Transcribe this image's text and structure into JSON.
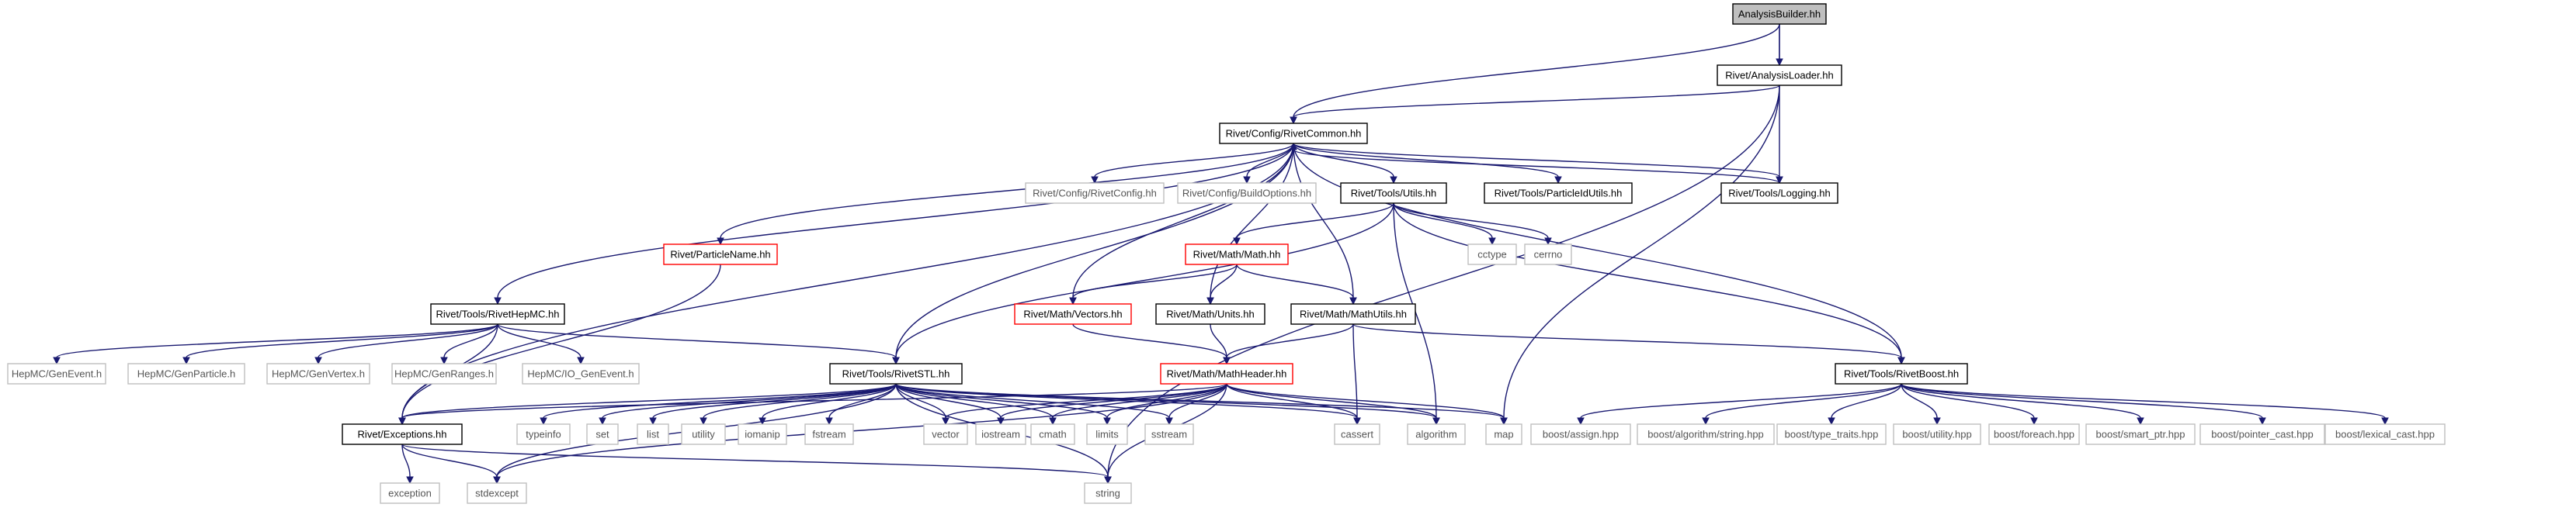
{
  "colors": {
    "edge": "#191970",
    "border_normal": "#000000",
    "border_truncated": "#ff0000",
    "border_external": "#bfbfbf",
    "fill_root": "#bfbfbf",
    "fill_node": "#ffffff",
    "text_normal": "#000000",
    "text_external": "#555555"
  },
  "nodes": [
    {
      "id": "analysisbuilder",
      "label": "AnalysisBuilder.hh",
      "kind": "root"
    },
    {
      "id": "analysisloader",
      "label": "Rivet/AnalysisLoader.hh",
      "kind": "normal"
    },
    {
      "id": "rivetcommon",
      "label": "Rivet/Config/RivetCommon.hh",
      "kind": "normal"
    },
    {
      "id": "logging",
      "label": "Rivet/Tools/Logging.hh",
      "kind": "normal"
    },
    {
      "id": "rivetconfig",
      "label": "Rivet/Config/RivetConfig.hh",
      "kind": "external"
    },
    {
      "id": "buildoptions",
      "label": "Rivet/Config/BuildOptions.hh",
      "kind": "external"
    },
    {
      "id": "utils",
      "label": "Rivet/Tools/Utils.hh",
      "kind": "normal"
    },
    {
      "id": "particleidutils",
      "label": "Rivet/Tools/ParticleIdUtils.hh",
      "kind": "normal"
    },
    {
      "id": "particlename",
      "label": "Rivet/ParticleName.hh",
      "kind": "truncated"
    },
    {
      "id": "mathhh",
      "label": "Rivet/Math/Math.hh",
      "kind": "truncated"
    },
    {
      "id": "cctype",
      "label": "cctype",
      "kind": "external"
    },
    {
      "id": "cerrno",
      "label": "cerrno",
      "kind": "external"
    },
    {
      "id": "vectors",
      "label": "Rivet/Math/Vectors.hh",
      "kind": "truncated"
    },
    {
      "id": "units",
      "label": "Rivet/Math/Units.hh",
      "kind": "normal"
    },
    {
      "id": "mathutils",
      "label": "Rivet/Math/MathUtils.hh",
      "kind": "normal"
    },
    {
      "id": "rivethepmc",
      "label": "Rivet/Tools/RivetHepMC.hh",
      "kind": "normal"
    },
    {
      "id": "genevent",
      "label": "HepMC/GenEvent.h",
      "kind": "external"
    },
    {
      "id": "genparticle",
      "label": "HepMC/GenParticle.h",
      "kind": "external"
    },
    {
      "id": "genvertex",
      "label": "HepMC/GenVertex.h",
      "kind": "external"
    },
    {
      "id": "genranges",
      "label": "HepMC/GenRanges.h",
      "kind": "external"
    },
    {
      "id": "iogenevent",
      "label": "HepMC/IO_GenEvent.h",
      "kind": "external"
    },
    {
      "id": "rivetstl",
      "label": "Rivet/Tools/RivetSTL.hh",
      "kind": "normal"
    },
    {
      "id": "mathheader",
      "label": "Rivet/Math/MathHeader.hh",
      "kind": "truncated"
    },
    {
      "id": "rivetboost",
      "label": "Rivet/Tools/RivetBoost.hh",
      "kind": "normal"
    },
    {
      "id": "exceptions",
      "label": "Rivet/Exceptions.hh",
      "kind": "normal"
    },
    {
      "id": "typeinfo",
      "label": "typeinfo",
      "kind": "external"
    },
    {
      "id": "set",
      "label": "set",
      "kind": "external"
    },
    {
      "id": "list",
      "label": "list",
      "kind": "external"
    },
    {
      "id": "utility",
      "label": "utility",
      "kind": "external"
    },
    {
      "id": "iomanip",
      "label": "iomanip",
      "kind": "external"
    },
    {
      "id": "fstream",
      "label": "fstream",
      "kind": "external"
    },
    {
      "id": "vector",
      "label": "vector",
      "kind": "external"
    },
    {
      "id": "iostream",
      "label": "iostream",
      "kind": "external"
    },
    {
      "id": "cmath",
      "label": "cmath",
      "kind": "external"
    },
    {
      "id": "limits",
      "label": "limits",
      "kind": "external"
    },
    {
      "id": "sstream",
      "label": "sstream",
      "kind": "external"
    },
    {
      "id": "cassert",
      "label": "cassert",
      "kind": "external"
    },
    {
      "id": "algorithm",
      "label": "algorithm",
      "kind": "external"
    },
    {
      "id": "map",
      "label": "map",
      "kind": "external"
    },
    {
      "id": "boostassign",
      "label": "boost/assign.hpp",
      "kind": "external"
    },
    {
      "id": "boostalgostring",
      "label": "boost/algorithm/string.hpp",
      "kind": "external"
    },
    {
      "id": "boosttypetraits",
      "label": "boost/type_traits.hpp",
      "kind": "external"
    },
    {
      "id": "boostutility",
      "label": "boost/utility.hpp",
      "kind": "external"
    },
    {
      "id": "boostforeach",
      "label": "boost/foreach.hpp",
      "kind": "external"
    },
    {
      "id": "boostsmartptr",
      "label": "boost/smart_ptr.hpp",
      "kind": "external"
    },
    {
      "id": "boostpointercast",
      "label": "boost/pointer_cast.hpp",
      "kind": "external"
    },
    {
      "id": "boostlexicalcast",
      "label": "boost/lexical_cast.hpp",
      "kind": "external"
    },
    {
      "id": "exception",
      "label": "exception",
      "kind": "external"
    },
    {
      "id": "stdexcept",
      "label": "stdexcept",
      "kind": "external"
    },
    {
      "id": "string",
      "label": "string",
      "kind": "external"
    }
  ],
  "edges": [
    [
      "analysisbuilder",
      "analysisloader"
    ],
    [
      "analysisbuilder",
      "rivetcommon"
    ],
    [
      "analysisbuilder",
      "logging"
    ],
    [
      "analysisloader",
      "rivetcommon"
    ],
    [
      "analysisloader",
      "map"
    ],
    [
      "analysisloader",
      "string"
    ],
    [
      "rivetcommon",
      "rivetconfig"
    ],
    [
      "rivetcommon",
      "buildoptions"
    ],
    [
      "rivetcommon",
      "utils"
    ],
    [
      "rivetcommon",
      "particleidutils"
    ],
    [
      "rivetcommon",
      "logging"
    ],
    [
      "rivetcommon",
      "particlename"
    ],
    [
      "rivetcommon",
      "rivethepmc"
    ],
    [
      "rivetcommon",
      "vectors"
    ],
    [
      "rivetcommon",
      "units"
    ],
    [
      "rivetcommon",
      "mathutils"
    ],
    [
      "rivetcommon",
      "rivetstl"
    ],
    [
      "rivetcommon",
      "exceptions"
    ],
    [
      "rivetcommon",
      "rivetboost"
    ],
    [
      "logging",
      "rivetcommon"
    ],
    [
      "utils",
      "mathhh"
    ],
    [
      "utils",
      "cctype"
    ],
    [
      "utils",
      "cerrno"
    ],
    [
      "utils",
      "rivetstl"
    ],
    [
      "utils",
      "rivetboost"
    ],
    [
      "utils",
      "algorithm"
    ],
    [
      "mathhh",
      "vectors"
    ],
    [
      "mathhh",
      "units"
    ],
    [
      "mathhh",
      "mathutils"
    ],
    [
      "vectors",
      "mathheader"
    ],
    [
      "units",
      "mathheader"
    ],
    [
      "mathutils",
      "mathheader"
    ],
    [
      "mathutils",
      "rivetboost"
    ],
    [
      "mathutils",
      "cassert"
    ],
    [
      "particlename",
      "exceptions"
    ],
    [
      "rivethepmc",
      "genevent"
    ],
    [
      "rivethepmc",
      "genparticle"
    ],
    [
      "rivethepmc",
      "genvertex"
    ],
    [
      "rivethepmc",
      "genranges"
    ],
    [
      "rivethepmc",
      "iogenevent"
    ],
    [
      "rivethepmc",
      "rivetstl"
    ],
    [
      "rivethepmc",
      "exceptions"
    ],
    [
      "rivetstl",
      "exceptions"
    ],
    [
      "rivetstl",
      "typeinfo"
    ],
    [
      "rivetstl",
      "set"
    ],
    [
      "rivetstl",
      "list"
    ],
    [
      "rivetstl",
      "utility"
    ],
    [
      "rivetstl",
      "iomanip"
    ],
    [
      "rivetstl",
      "fstream"
    ],
    [
      "rivetstl",
      "vector"
    ],
    [
      "rivetstl",
      "iostream"
    ],
    [
      "rivetstl",
      "cmath"
    ],
    [
      "rivetstl",
      "limits"
    ],
    [
      "rivetstl",
      "sstream"
    ],
    [
      "rivetstl",
      "cassert"
    ],
    [
      "rivetstl",
      "algorithm"
    ],
    [
      "rivetstl",
      "map"
    ],
    [
      "rivetstl",
      "string"
    ],
    [
      "rivetstl",
      "stdexcept"
    ],
    [
      "mathheader",
      "exceptions"
    ],
    [
      "mathheader",
      "vector"
    ],
    [
      "mathheader",
      "iostream"
    ],
    [
      "mathheader",
      "cmath"
    ],
    [
      "mathheader",
      "limits"
    ],
    [
      "mathheader",
      "sstream"
    ],
    [
      "mathheader",
      "cassert"
    ],
    [
      "mathheader",
      "algorithm"
    ],
    [
      "mathheader",
      "map"
    ],
    [
      "mathheader",
      "string"
    ],
    [
      "mathheader",
      "stdexcept"
    ],
    [
      "rivetboost",
      "boostassign"
    ],
    [
      "rivetboost",
      "boostalgostring"
    ],
    [
      "rivetboost",
      "boosttypetraits"
    ],
    [
      "rivetboost",
      "boostutility"
    ],
    [
      "rivetboost",
      "boostforeach"
    ],
    [
      "rivetboost",
      "boostsmartptr"
    ],
    [
      "rivetboost",
      "boostpointercast"
    ],
    [
      "rivetboost",
      "boostlexicalcast"
    ],
    [
      "exceptions",
      "exception"
    ],
    [
      "exceptions",
      "stdexcept"
    ],
    [
      "exceptions",
      "string"
    ]
  ]
}
